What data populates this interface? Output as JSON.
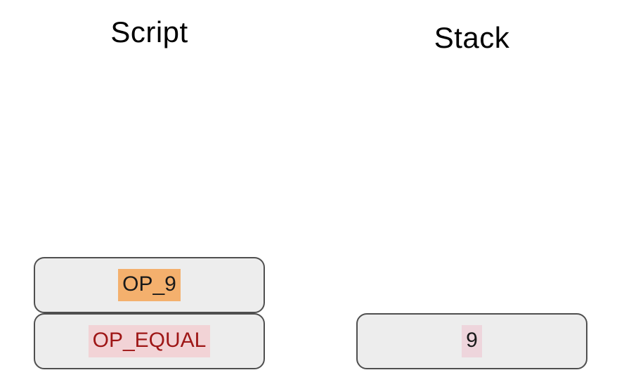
{
  "titles": {
    "script": "Script",
    "stack": "Stack"
  },
  "script": {
    "items": [
      {
        "label": "OP_9",
        "highlight_color": "#F4B06D",
        "text_color": "#1A1A1A"
      },
      {
        "label": "OP_EQUAL",
        "highlight_color": "#F2D3D6",
        "text_color": "#9E1616"
      }
    ]
  },
  "stack": {
    "items": [
      {
        "label": "9",
        "highlight_color": "#EED5DC",
        "text_color": "#1A1A1A"
      }
    ]
  },
  "colors": {
    "background": "#FFFFFF",
    "box_fill": "#EDEDED",
    "box_border": "#4F4F4F",
    "title_text": "#000000"
  }
}
